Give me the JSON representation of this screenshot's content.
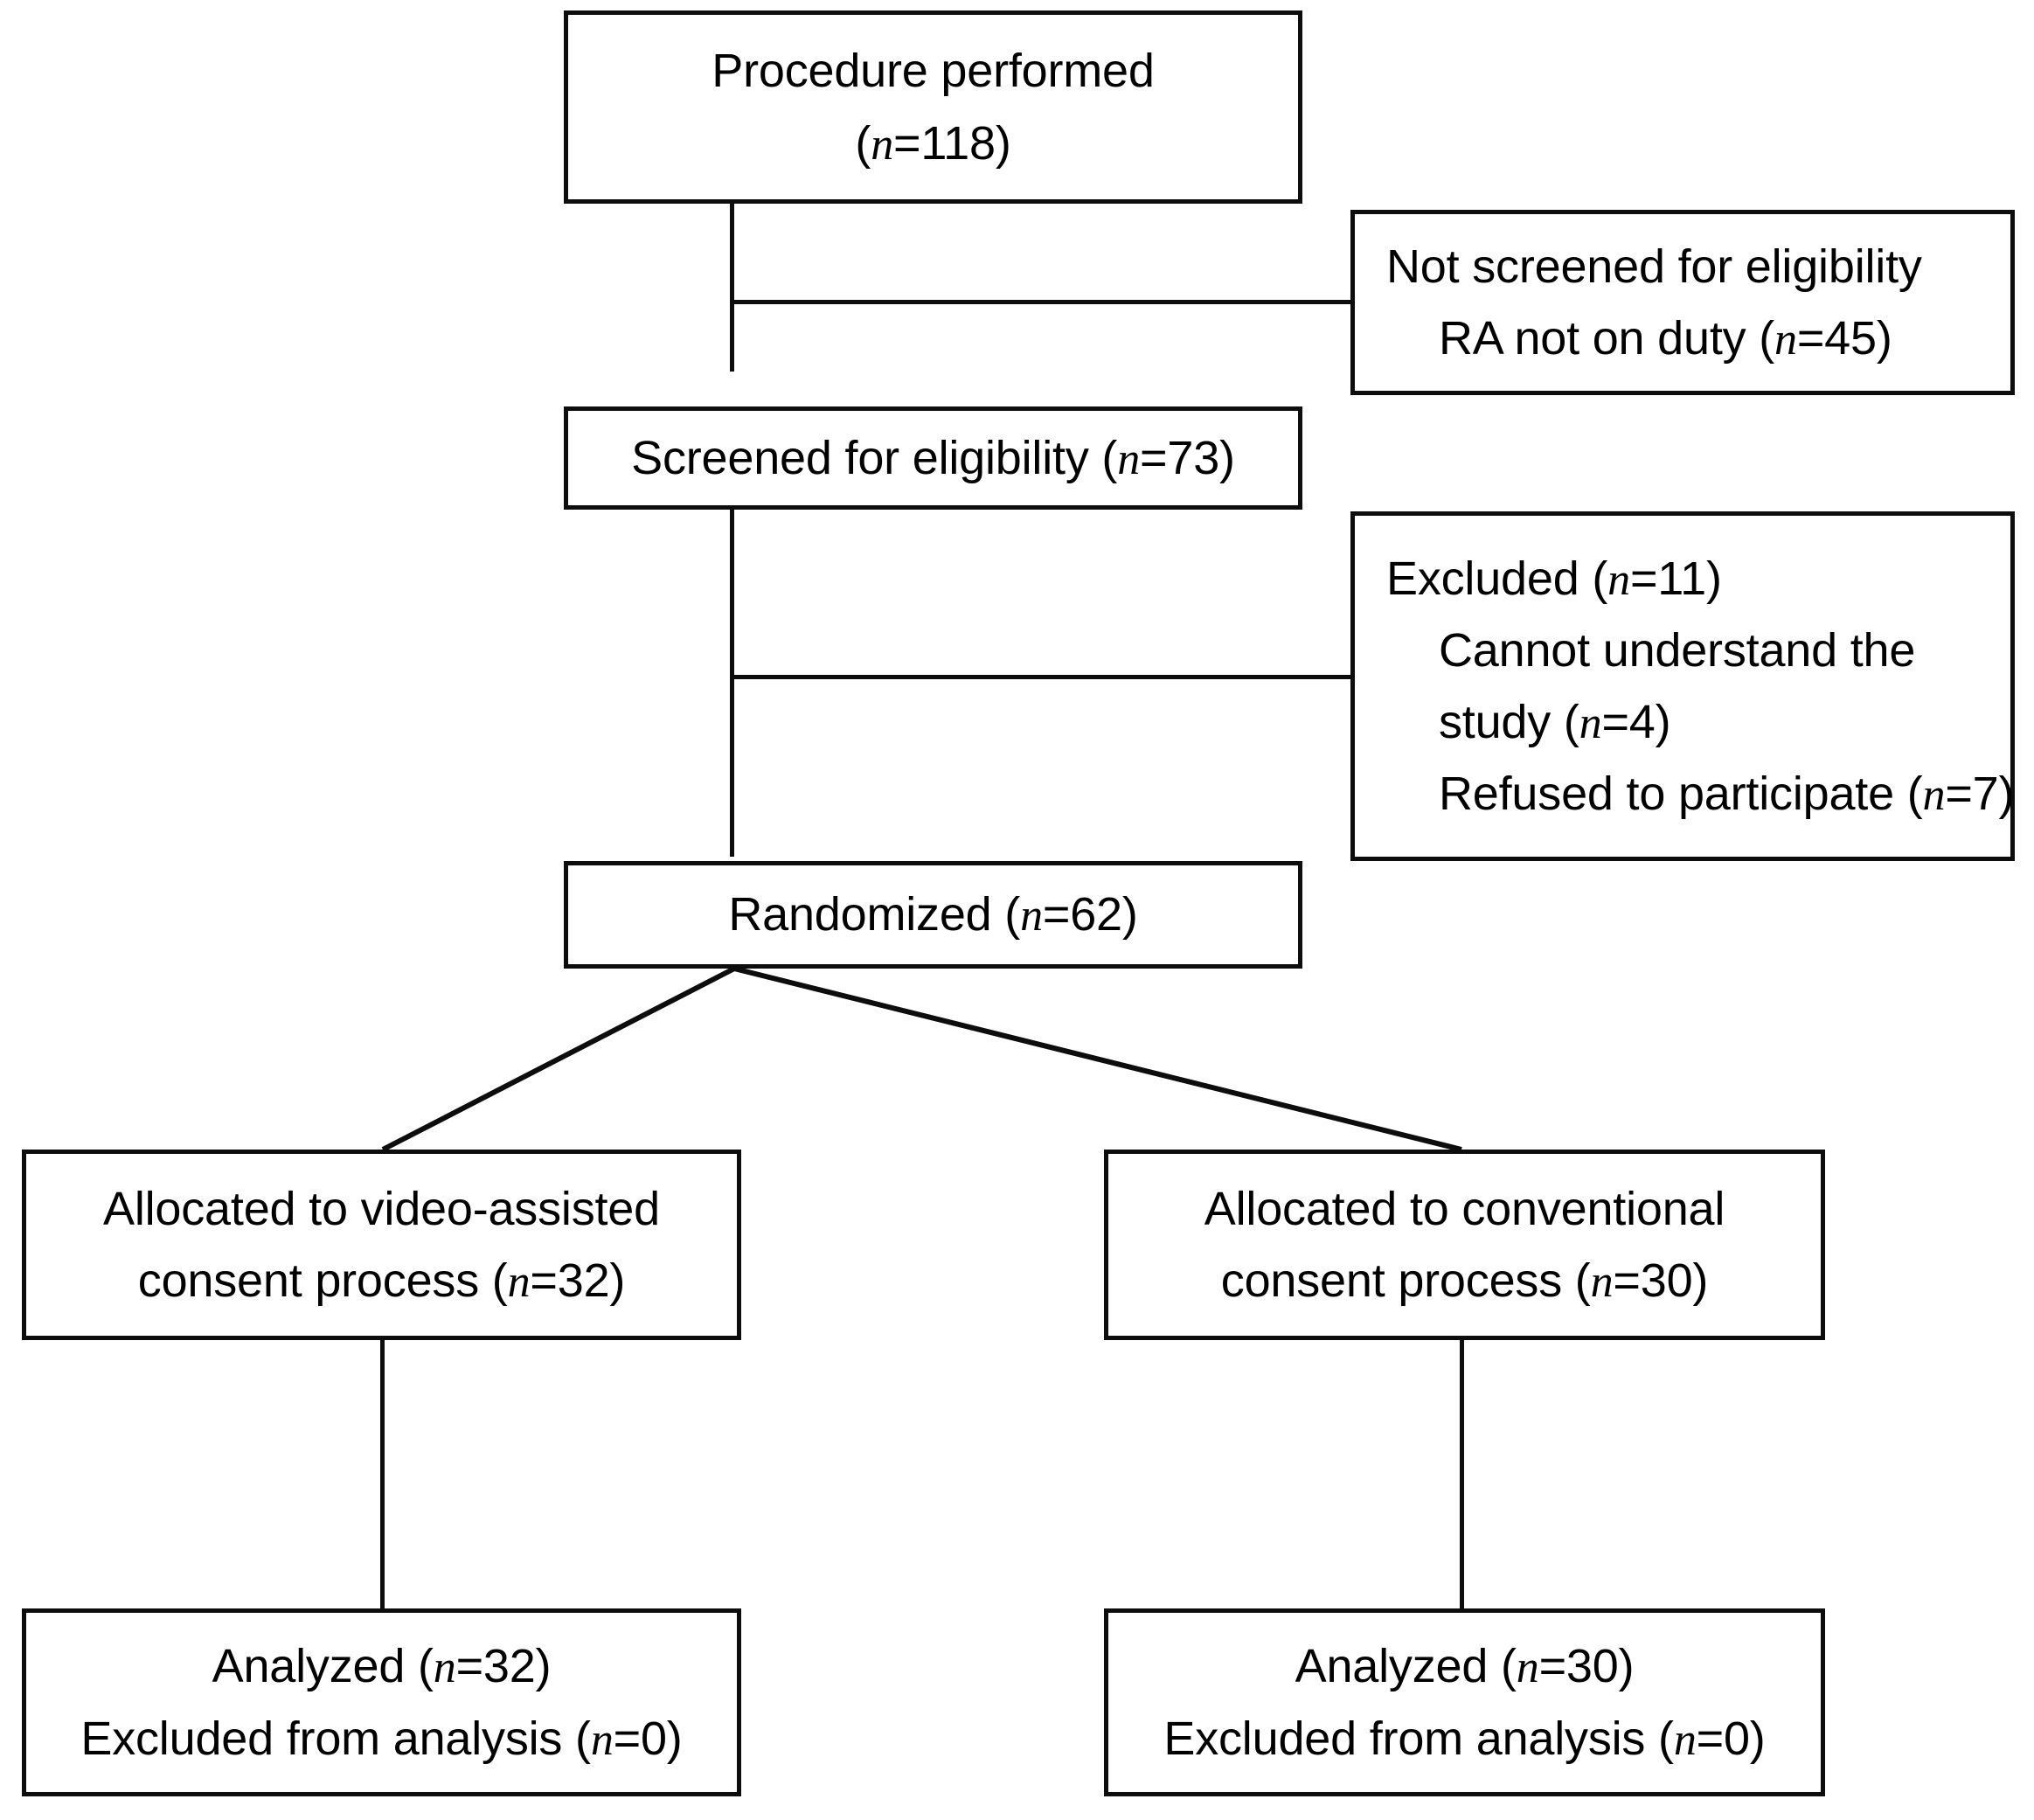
{
  "diagram": {
    "type": "consort-flow-diagram",
    "title": "CONSORT participant flow diagram",
    "orientation": "top-down",
    "line_color": "#0d0d0d",
    "background_color": "#ffffff"
  },
  "nodes": {
    "procedure_performed": {
      "id": "procedure-performed",
      "lines": [
        "Procedure performed",
        "(n=118)"
      ],
      "line1": "Procedure performed",
      "line2_prefix": "(",
      "line2_italic": "n",
      "line2_suffix": "=118)",
      "n": 118,
      "align": "center"
    },
    "not_screened": {
      "id": "not-screened-for-eligibility",
      "line1": "Not screened for eligibility",
      "line2_prefix": "RA not on duty (",
      "line2_italic": "n",
      "line2_suffix": "=45)",
      "n": 45,
      "align": "left"
    },
    "screened": {
      "id": "screened-for-eligibility",
      "line1_prefix": "Screened for eligibility (",
      "line1_italic": "n",
      "line1_suffix": "=73)",
      "n": 73,
      "align": "center"
    },
    "excluded": {
      "id": "excluded",
      "line1_prefix": "Excluded (",
      "line1_italic": "n",
      "line1_suffix": "=11)",
      "n": 11,
      "line2": "Cannot understand the",
      "line3_prefix": "study (",
      "line3_italic": "n",
      "line3_suffix": "=4)",
      "n_cannot_understand": 4,
      "line4_prefix": "Refused to participate (",
      "line4_italic": "n",
      "line4_suffix": "=7)",
      "n_refused": 7,
      "align": "left"
    },
    "randomized": {
      "id": "randomized",
      "line1_prefix": "Randomized (",
      "line1_italic": "n",
      "line1_suffix": "=62)",
      "n": 62,
      "align": "center"
    },
    "allocated_video": {
      "id": "allocated-video-assisted",
      "line1": "Allocated to video-assisted",
      "line2_prefix": "consent process (",
      "line2_italic": "n",
      "line2_suffix": "=32)",
      "n": 32,
      "align": "center"
    },
    "allocated_conventional": {
      "id": "allocated-conventional",
      "line1": "Allocated to conventional",
      "line2_prefix": "consent process (",
      "line2_italic": "n",
      "line2_suffix": "=30)",
      "n": 30,
      "align": "center"
    },
    "analyzed_video": {
      "id": "analyzed-video-assisted",
      "line1_prefix": "Analyzed (",
      "line1_italic": "n",
      "line1_suffix": "=32)",
      "n": 32,
      "line2_prefix": "Excluded from analysis (",
      "line2_italic": "n",
      "line2_suffix": "=0)",
      "n_excluded": 0,
      "align": "center"
    },
    "analyzed_conventional": {
      "id": "analyzed-conventional",
      "line1_prefix": "Analyzed (",
      "line1_italic": "n",
      "line1_suffix": "=30)",
      "n": 30,
      "line2_prefix": "Excluded from analysis (",
      "line2_italic": "n",
      "line2_suffix": "=0)",
      "n_excluded": 0,
      "align": "center"
    }
  }
}
